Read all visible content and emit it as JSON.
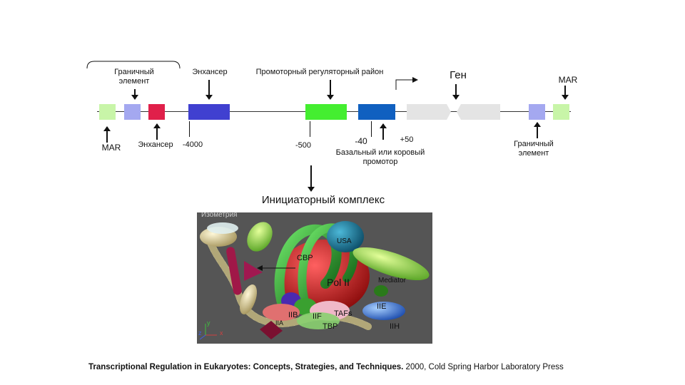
{
  "labels": {
    "boundary_top": "Граничный элемент",
    "enhancer_top": "Энхансер",
    "promoter_region": "Промоторный регуляторный район",
    "gene": "Ген",
    "mar_right": "MAR",
    "mar_left": "MAR",
    "enhancer_bottom": "Энхансер",
    "pos_minus_4000": "-4000",
    "pos_minus_500": "-500",
    "pos_minus_40": "-40",
    "pos_plus_50": "+50",
    "core_promoter": "Базальный или коровый промотор",
    "boundary_bottom": "Граничный элемент",
    "initiation_complex": "Инициаторный комплекс"
  },
  "complex": {
    "top_caption": "Изометрия",
    "labels": {
      "usa": "USA",
      "cbp": "CBP",
      "pol2": "Pol II",
      "mediator": "Mediator",
      "iie": "IIE",
      "iib": "IIB",
      "iif": "IIF",
      "tafs": "TAFs",
      "tbp": "TBP",
      "iih": "IIH",
      "iia": "IIA"
    },
    "axes": {
      "x": "x",
      "y": "y",
      "z": "z"
    }
  },
  "citation": {
    "title": "Transcriptional Regulation in Eukaryotes: Concepts, Strategies, and Techniques.",
    "rest": " 2000, Cold Spring Harbor Laboratory Press"
  },
  "colors": {
    "light_green": "#c8f5a8",
    "lavender": "#a4a8f0",
    "crimson": "#e0204a",
    "blue_enhancer": "#4040d0",
    "green_promoter": "#44ee30",
    "blue_core": "#1060c0",
    "gene_gray": "#e4e4e4"
  }
}
